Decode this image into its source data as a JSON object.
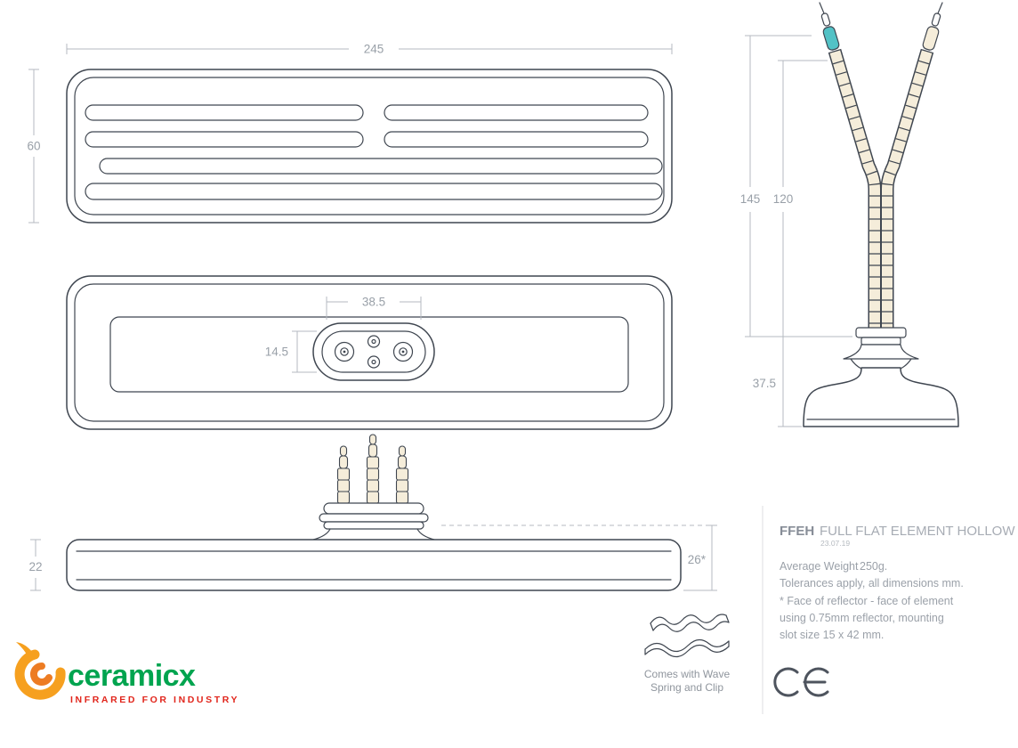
{
  "palette": {
    "line": "#3F4650",
    "dim_line": "#B4BAC1",
    "dim_text": "#99A0A8",
    "bead_fill": "#F5EDDA",
    "teal_sleeve": "#52C2C6",
    "panel_text": "#9BA1A9",
    "brand_green": "#00A44F",
    "brand_red": "#E1251B",
    "brand_orange": "#F6A01F"
  },
  "dims": {
    "front_width": "245",
    "front_height": "60",
    "boss_width": "38.5",
    "boss_height": "14.5",
    "side_thickness": "22",
    "reflector_face": "26*",
    "overall_length": "145",
    "lead_length": "120",
    "base_height": "37.5"
  },
  "info": {
    "code": "FFEH",
    "title": "FULL FLAT ELEMENT HOLLOW",
    "date": "23.07.19",
    "weight_label": "Average Weight",
    "weight_value": "250g.",
    "tolerance": "Tolerances apply, all dimensions mm.",
    "note_1": "* Face of reflector - face of element",
    "note_2": "using 0.75mm reflector, mounting",
    "note_3": "slot size 15 x 42 mm.",
    "ce_mark": "CE"
  },
  "accessory": {
    "caption_1": "Comes with Wave",
    "caption_2": "Spring and Clip"
  },
  "brand": {
    "name": "ceramicx",
    "tagline": "INFRARED FOR INDUSTRY"
  }
}
